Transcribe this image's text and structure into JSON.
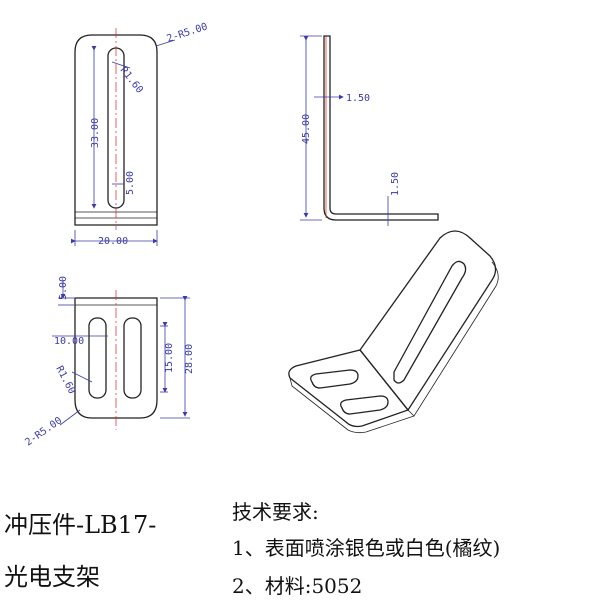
{
  "title": {
    "line1": "冲压件-LB17-",
    "line2": "光电支架"
  },
  "requirements": {
    "heading": "技术要求:",
    "item1": "1、表面喷涂银色或白色(橘纹)",
    "item2": "2、材料:5052"
  },
  "dimensions": {
    "front_r_top": "2-R5.00",
    "front_r_slot": "R1.60",
    "front_slot_len": "33.00",
    "front_slot_w": "5.00",
    "front_width": "20.00",
    "side_thick_top": "1.50",
    "side_height": "45.00",
    "side_thick_bottom": "1.50",
    "bottom_5": "5.00",
    "bottom_10": "10.00",
    "bottom_r_slot": "R1.60",
    "bottom_15": "15.00",
    "bottom_28": "28.00",
    "bottom_r_corner": "2-R5.00"
  },
  "colors": {
    "dimension": "#3a3aa8",
    "centerline": "#d22222",
    "outline": "#222222"
  }
}
